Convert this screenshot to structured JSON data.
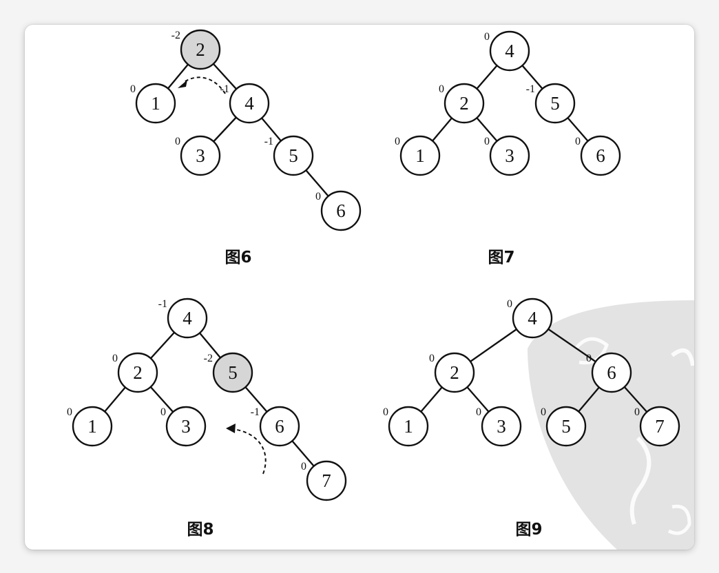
{
  "colors": {
    "highlight_fill": "#d6d6d6",
    "node_fill": "#ffffff",
    "stroke": "#111111",
    "watermark": "#e3e3e3"
  },
  "figures": [
    {
      "caption": "图6",
      "nodes": [
        {
          "key": "2",
          "bf": "-2",
          "highlight": true
        },
        {
          "key": "1",
          "bf": "0"
        },
        {
          "key": "4",
          "bf": "-1"
        },
        {
          "key": "3",
          "bf": "0"
        },
        {
          "key": "5",
          "bf": "-1"
        },
        {
          "key": "6",
          "bf": "0"
        }
      ]
    },
    {
      "caption": "图7",
      "nodes": [
        {
          "key": "4",
          "bf": "0"
        },
        {
          "key": "2",
          "bf": "0"
        },
        {
          "key": "5",
          "bf": "-1"
        },
        {
          "key": "1",
          "bf": "0"
        },
        {
          "key": "3",
          "bf": "0"
        },
        {
          "key": "6",
          "bf": "0"
        }
      ]
    },
    {
      "caption": "图8",
      "nodes": [
        {
          "key": "4",
          "bf": "-1"
        },
        {
          "key": "2",
          "bf": "0"
        },
        {
          "key": "5",
          "bf": "-2",
          "highlight": true
        },
        {
          "key": "1",
          "bf": "0"
        },
        {
          "key": "3",
          "bf": "0"
        },
        {
          "key": "6",
          "bf": "-1"
        },
        {
          "key": "7",
          "bf": "0"
        }
      ]
    },
    {
      "caption": "图9",
      "nodes": [
        {
          "key": "4",
          "bf": "0"
        },
        {
          "key": "2",
          "bf": "0"
        },
        {
          "key": "6",
          "bf": "0"
        },
        {
          "key": "1",
          "bf": "0"
        },
        {
          "key": "3",
          "bf": "0"
        },
        {
          "key": "5",
          "bf": "0"
        },
        {
          "key": "7",
          "bf": "0"
        }
      ]
    }
  ]
}
